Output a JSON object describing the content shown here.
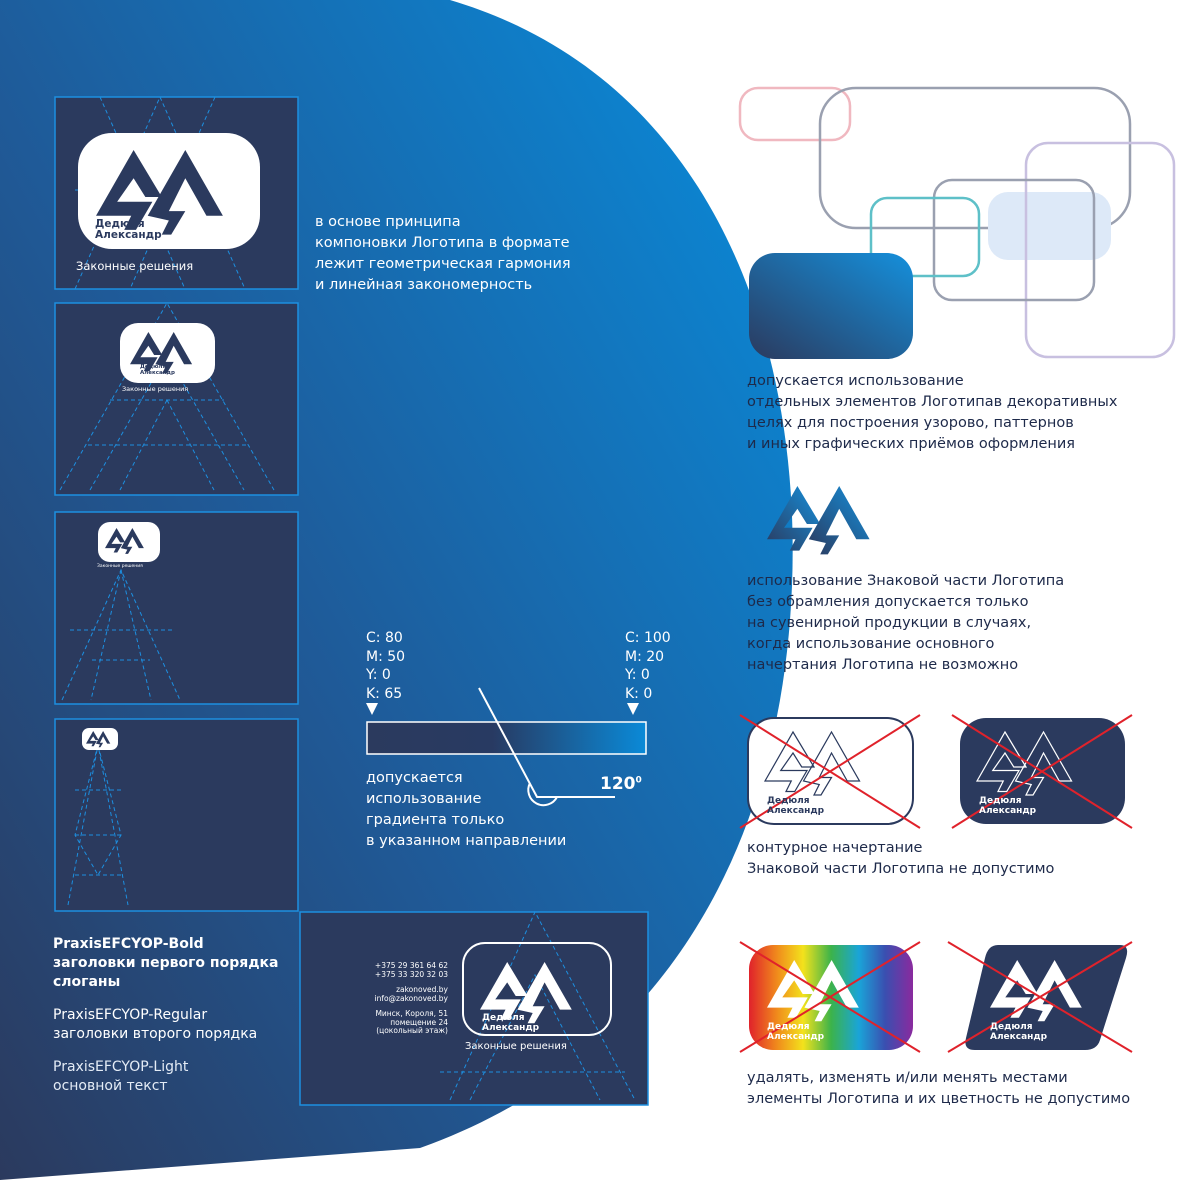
{
  "colors": {
    "navy": "#2b3a5e",
    "blue": "#0a88d6",
    "light_blue": "#1d8fe0",
    "red": "#e0222b",
    "white": "#ffffff"
  },
  "logo": {
    "name_line1": "Дедюля",
    "name_line2": "Александр",
    "slogan": "Законные решения"
  },
  "intro_text": {
    "lines": [
      "в основе принципа",
      "компоновки Логотипа в формате",
      "лежит геометрическая гармония",
      "и линейная закономерность"
    ]
  },
  "gradient": {
    "start": {
      "c": "C: 80",
      "m": "M: 50",
      "y": "Y: 0",
      "k": "K: 65"
    },
    "end": {
      "c": "C: 100",
      "m": "M: 20",
      "y": "Y: 0",
      "k": "K: 0"
    },
    "angle": "120",
    "angle_unit": "0",
    "caption_lines": [
      "допускается",
      "использование",
      "градиента только",
      "в указанном направлении"
    ]
  },
  "fonts": {
    "bold_name": "PraxisEFCYOP-Bold",
    "bold_use1": "заголовки первого порядка",
    "bold_use2": "слоганы",
    "regular_name": "PraxisEFCYOP-Regular",
    "regular_use": "заголовки второго порядка",
    "light_name": "PraxisEFCYOP-Light",
    "light_use": "основной текст"
  },
  "business_card": {
    "phone1": "+375 29 361 64 62",
    "phone2": "+375 33 320 32 03",
    "site": "zakonoved.by",
    "email": "info@zakonoved.by",
    "addr1": "Минск, Короля, 51",
    "addr2": "помещение 24",
    "addr3": "(цокольный этаж)"
  },
  "right_texts": {
    "decor": [
      "допускается использование",
      "отдельных элементов Логотипав декоративных",
      "целях для построения узорово, паттернов",
      "и иных графических приёмов оформления"
    ],
    "sign": [
      "использование Знаковой части Логотипа",
      "без обрамления допускается только",
      "на сувенирной продукции в случаях,",
      "когда использование основного",
      "начертания Логотипа не возможно"
    ],
    "outline": [
      "контурное начертание",
      "Знаковой части Логотипа не допустимо"
    ],
    "modify": [
      "удалять, изменять и/или менять местами",
      "элементы Логотипа и их цветность не допустимо"
    ]
  }
}
